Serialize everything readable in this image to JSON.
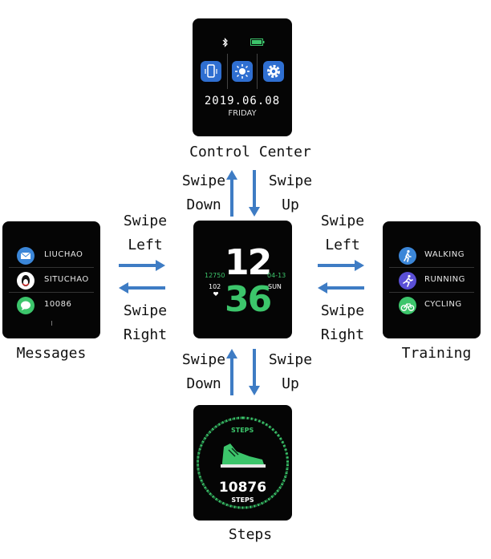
{
  "control_center": {
    "label": "Control Center",
    "date": "2019.06.08",
    "day": "FRIDAY",
    "buttons": [
      "phone-icon",
      "brightness-icon",
      "settings-icon"
    ]
  },
  "home": {
    "hour": "12",
    "minute": "36",
    "left_top": "12750",
    "left_bottom": "102",
    "right_top": "04-13",
    "right_bottom": "SUN"
  },
  "messages": {
    "label": "Messages",
    "items": [
      {
        "icon": "mail-icon",
        "text": "LIUCHAO"
      },
      {
        "icon": "qq-penguin-icon",
        "text": "SITUCHAO"
      },
      {
        "icon": "chat-bubble-icon",
        "text": "10086"
      }
    ]
  },
  "training": {
    "label": "Training",
    "items": [
      {
        "icon": "walking-icon",
        "text": "WALKING"
      },
      {
        "icon": "running-icon",
        "text": "RUNNING"
      },
      {
        "icon": "cycling-icon",
        "text": "CYCLING"
      }
    ]
  },
  "steps": {
    "label": "Steps",
    "title": "STEPS",
    "count": "10876",
    "unit": "STEPS"
  },
  "gestures": {
    "top_left_1": "Swipe",
    "top_left_2": "Down",
    "top_right_1": "Swipe",
    "top_right_2": "Up",
    "bottom_left_1": "Swipe",
    "bottom_left_2": "Down",
    "bottom_right_1": "Swipe",
    "bottom_right_2": "Up",
    "left_top_1": "Swipe",
    "left_top_2": "Left",
    "left_bottom_1": "Swipe",
    "left_bottom_2": "Right",
    "right_top_1": "Swipe",
    "right_top_2": "Left",
    "right_bottom_1": "Swipe",
    "right_bottom_2": "Right"
  },
  "colors": {
    "arrow": "#3e7cc4",
    "green": "#3cc56b",
    "blue": "#2f6fd1"
  }
}
